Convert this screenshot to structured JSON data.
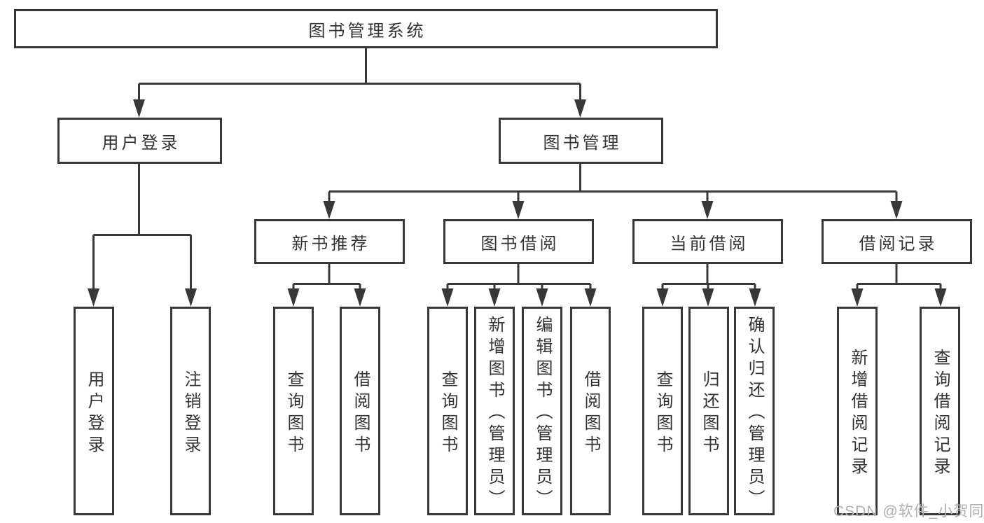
{
  "tree": {
    "root": {
      "label": "图书管理系统",
      "children": [
        {
          "label": "用户登录",
          "children": [
            {
              "label": "用户登录"
            },
            {
              "label": "注销登录"
            }
          ]
        },
        {
          "label": "图书管理",
          "children": [
            {
              "label": "新书推荐",
              "children": [
                {
                  "label": "查询图书"
                },
                {
                  "label": "借阅图书"
                }
              ]
            },
            {
              "label": "图书借阅",
              "children": [
                {
                  "label": "查询图书"
                },
                {
                  "label": "新增图书（管理员）"
                },
                {
                  "label": "编辑图书（管理员）"
                },
                {
                  "label": "借阅图书"
                }
              ]
            },
            {
              "label": "当前借阅",
              "children": [
                {
                  "label": "查询图书"
                },
                {
                  "label": "归还图书"
                },
                {
                  "label": "确认归还（管理员）"
                }
              ]
            },
            {
              "label": "借阅记录",
              "children": [
                {
                  "label": "新增借阅记录"
                },
                {
                  "label": "查询借阅记录"
                }
              ]
            }
          ]
        }
      ]
    }
  },
  "watermark": "CSDN @软件_小贺同学",
  "colors": {
    "line": "#383838",
    "text": "#333333",
    "watermark": "#b0b0b0",
    "background": "#ffffff"
  }
}
